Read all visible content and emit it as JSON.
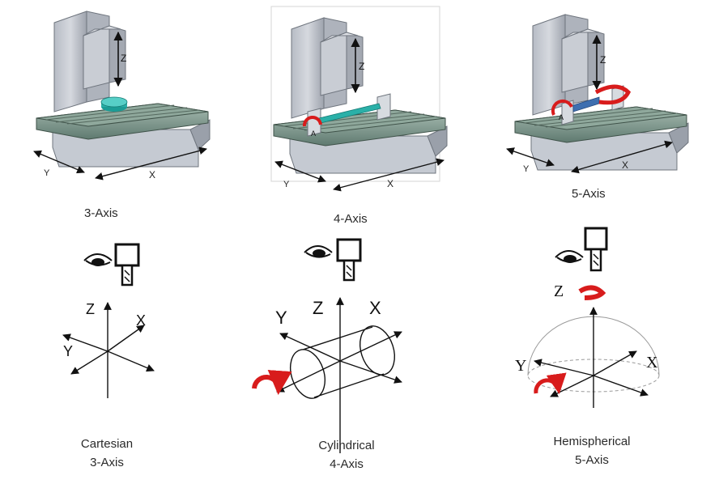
{
  "machines": [
    {
      "label": "3-Axis",
      "axes": {
        "z": "Z",
        "y": "Y",
        "x": "X"
      }
    },
    {
      "label": "4-Axis",
      "axes": {
        "z": "Z",
        "y": "Y",
        "x": "X",
        "rot": "A"
      }
    },
    {
      "label": "5-Axis",
      "axes": {
        "z": "Z",
        "y": "Y",
        "x": "X",
        "rot": "A"
      }
    }
  ],
  "diagrams": [
    {
      "axes": {
        "z": "Z",
        "y": "Y",
        "x": "X"
      },
      "caption_line1": "Cartesian",
      "caption_line2": "3-Axis"
    },
    {
      "axes": {
        "z": "Z",
        "y": "Y",
        "x": "X"
      },
      "caption_line1": "Cylindrical",
      "caption_line2": "4-Axis"
    },
    {
      "axes": {
        "z": "Z",
        "y": "Y",
        "x": "X"
      },
      "caption_line1": "Hemispherical",
      "caption_line2": "5-Axis"
    }
  ],
  "colors": {
    "machine_body": "#c8ccd4",
    "machine_dark": "#8e949e",
    "table": "#6f8a80",
    "table_top": "#9fb5ab",
    "workpiece": "#2ab0a8",
    "rotation": "#d81c1c",
    "line": "#111111"
  }
}
